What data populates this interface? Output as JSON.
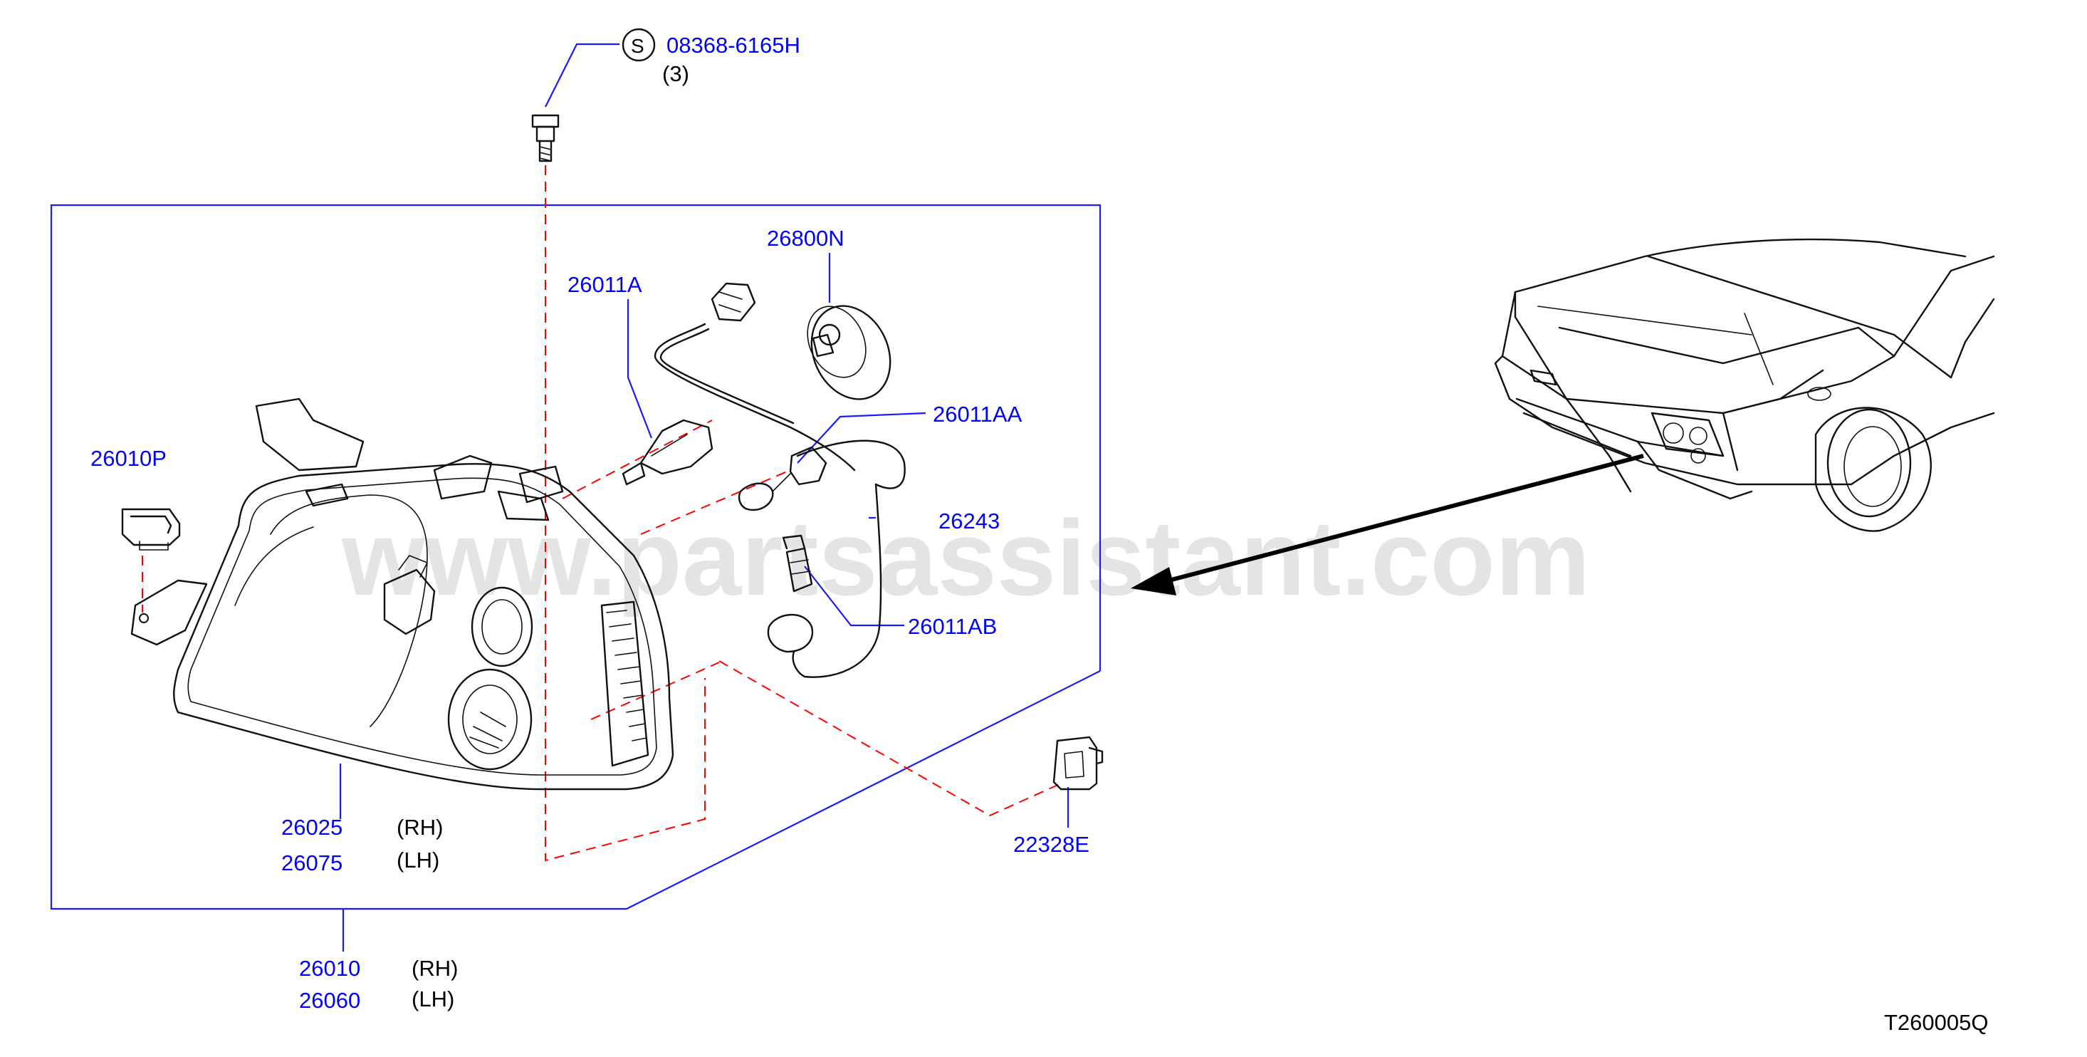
{
  "parts": {
    "screw": {
      "number": "08368-6165H",
      "symbol": "S",
      "qty": "(3)"
    },
    "bulb_high": {
      "number": "26800N"
    },
    "bulb_main": {
      "number": "26011A"
    },
    "bulb_pos": {
      "number": "26011AA"
    },
    "harness": {
      "number": "26243"
    },
    "side_bulb": {
      "number": "26011AB"
    },
    "clip": {
      "number": "26010P"
    },
    "housing": {
      "number_rh": "26025",
      "side_rh": "(RH)",
      "number_lh": "26075",
      "side_lh": "(LH)"
    },
    "assembly": {
      "number_rh": "26010",
      "side_rh": "(RH)",
      "number_lh": "26060",
      "side_lh": "(LH)"
    },
    "socket": {
      "number": "22328E"
    }
  },
  "watermark": "www.partsassistant.com",
  "diagram_code": "T260005Q",
  "colors": {
    "callout": "#0000ff",
    "frame": "#1a1aff",
    "dashed_guide": "#ff0000",
    "line_art": "#111111"
  }
}
